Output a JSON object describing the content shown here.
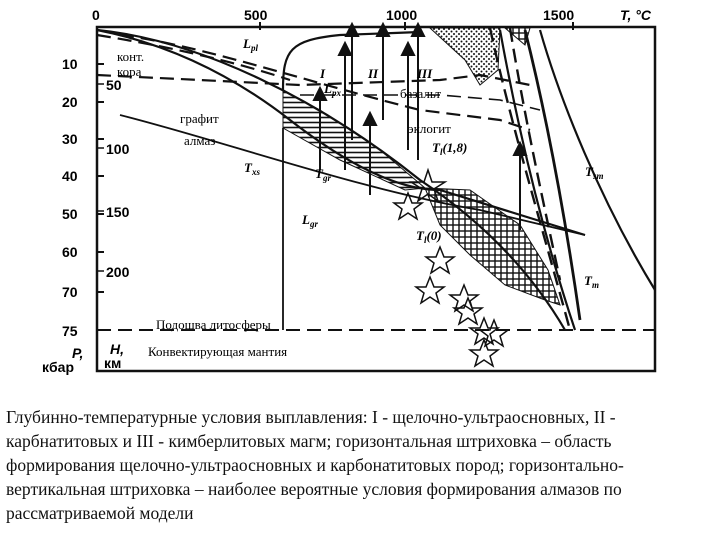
{
  "axes": {
    "t_ticks": [
      "0",
      "500",
      "1000",
      "1500"
    ],
    "t_label": "T, °C",
    "p_ticks": [
      "10",
      "20",
      "30",
      "40",
      "50",
      "60",
      "70",
      "75"
    ],
    "h_ticks": [
      "50",
      "100",
      "150",
      "200"
    ],
    "p_label": "P,",
    "p_unit": "кбар",
    "h_label": "H,",
    "h_unit": "км"
  },
  "labels": {
    "crust": "конт.",
    "crust2": "кора",
    "graphite": "графит",
    "diamond": "алмаз",
    "basalt": "базальт",
    "eclogite": "эклогит",
    "lithosphere_base": "Подошва литосферы",
    "convecting_mantle": "Конвектирующая мантия",
    "zone_1": "I",
    "zone_2": "II",
    "zone_3": "III",
    "lpl": "L",
    "lpl_sub": "pl",
    "lpx": "L",
    "lpx_sub": "px",
    "lgr": "L",
    "lgr_sub": "gr",
    "txs": "T",
    "txs_sub": "xs",
    "tgr": "T",
    "tgr_sub": "gr",
    "tl18": "T",
    "tl18_sub": "l",
    "tl18_val": "(1,8)",
    "tl0": "T",
    "tl0_sub": "l",
    "tl0_val": "(0)",
    "tsm": "T",
    "tsm_sub": "sm",
    "tm": "T",
    "tm_sub": "m"
  },
  "caption": "Глубинно-температурные условия выплавления: I - щелочно-ультраосновных, II - карбнатитовых и III - кимберлитовых магм; горизонтальная штриховка – область формирования щелочно-ультраосновных и карбонатитовых пород; горизонтально-вертикальная штриховка – наиболее вероятные условия формирования алмазов по рассматриваемой модели"
}
